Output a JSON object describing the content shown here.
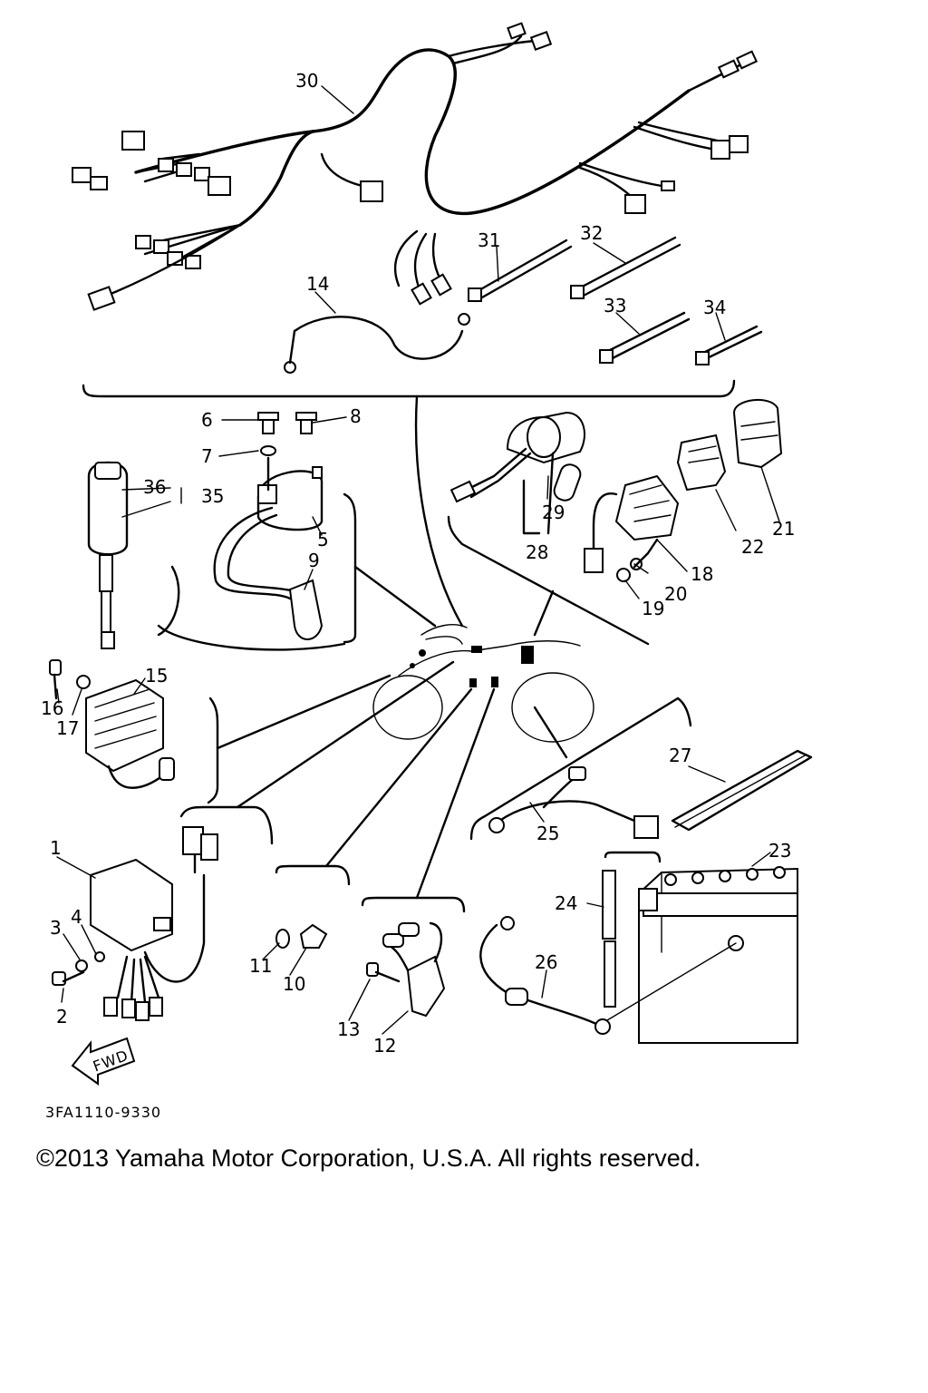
{
  "diagram": {
    "part_numbers": [
      "1",
      "2",
      "3",
      "4",
      "5",
      "6",
      "7",
      "8",
      "9",
      "10",
      "11",
      "12",
      "13",
      "14",
      "15",
      "16",
      "17",
      "18",
      "19",
      "20",
      "21",
      "22",
      "23",
      "24",
      "25",
      "26",
      "27",
      "28",
      "29",
      "30",
      "31",
      "32",
      "33",
      "34",
      "35",
      "36"
    ],
    "fwd_label": "FWD",
    "diagram_code": "3FA1110-9330"
  },
  "footer": {
    "copyright": "©2013 Yamaha Motor Corporation, U.S.A. All rights reserved."
  }
}
